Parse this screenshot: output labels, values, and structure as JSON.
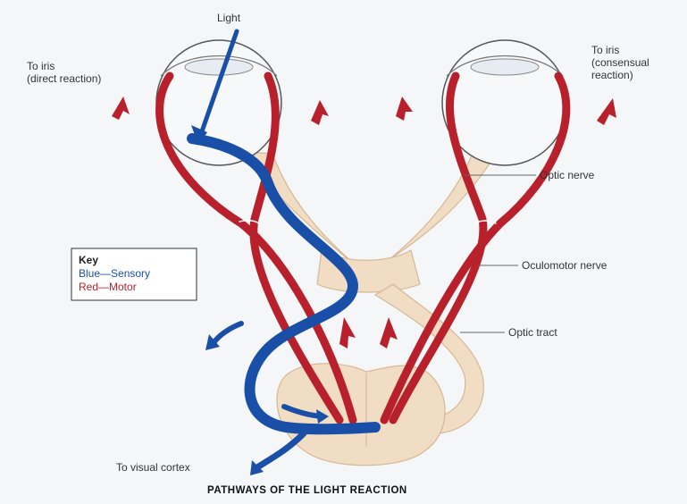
{
  "labels": {
    "light": "Light",
    "to_iris_direct_line1": "To iris",
    "to_iris_direct_line2": "(direct reaction)",
    "to_iris_consensual_line1": "To iris",
    "to_iris_consensual_line2": "(consensual",
    "to_iris_consensual_line3": "reaction)",
    "optic_nerve": "Optic nerve",
    "oculomotor_nerve": "Oculomotor nerve",
    "optic_tract": "Optic tract",
    "to_visual_cortex": "To visual cortex"
  },
  "key": {
    "title": "Key",
    "sensory": "Blue—Sensory",
    "motor": "Red—Motor"
  },
  "title": "PATHWAYS OF THE LIGHT REACTION",
  "colors": {
    "sensory": "#1a4fa8",
    "motor": "#b8202c",
    "nerve_tissue": "#f1dcc4",
    "nerve_outline": "#d6b895",
    "background": "#f4f6f8"
  }
}
